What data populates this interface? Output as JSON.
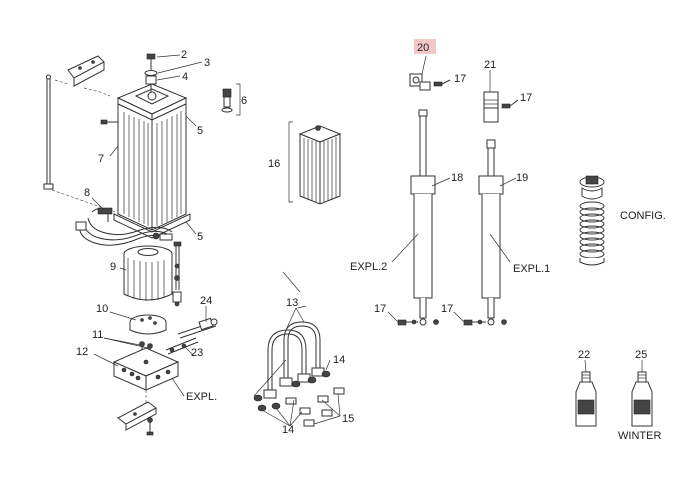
{
  "highlight_color": "#f4c7c7",
  "labels": {
    "n2": "2",
    "n3": "3",
    "n4": "4",
    "n5a": "5",
    "n5b": "5",
    "n6": "6",
    "n7": "7",
    "n8": "8",
    "n9": "9",
    "n10": "10",
    "n11": "11",
    "n12": "12",
    "n13": "13",
    "n14a": "14",
    "n14b": "14",
    "n15": "15",
    "n16": "16",
    "n17a": "17",
    "n17b": "17",
    "n17c": "17",
    "n17d": "17",
    "n18": "18",
    "n19": "19",
    "n20": "20",
    "n21": "21",
    "n22": "22",
    "n23": "23",
    "n24": "24",
    "n25": "25",
    "expl": "EXPL.",
    "expl1": "EXPL.1",
    "expl2": "EXPL.2",
    "config": "CONFIG.",
    "winter": "WINTER"
  }
}
